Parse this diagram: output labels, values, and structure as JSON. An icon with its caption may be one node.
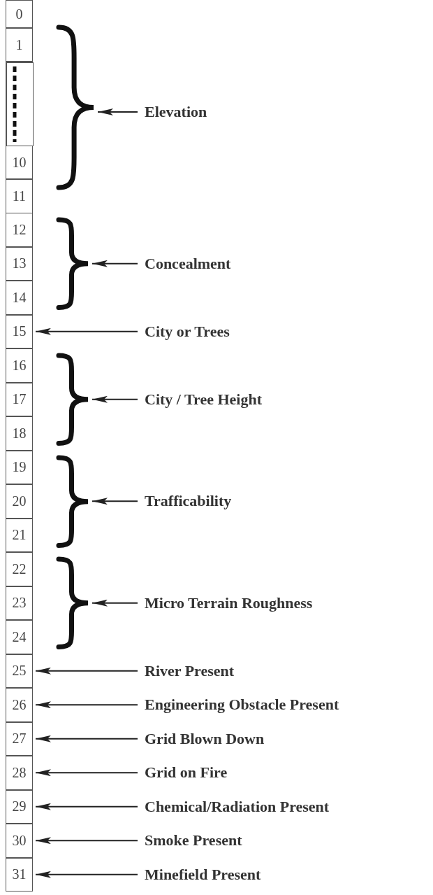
{
  "diagram": {
    "nodes": [
      {
        "text": [
          "0"
        ]
      },
      {
        "text": [
          "1"
        ]
      },
      {
        "text": [],
        "shape": "box"
      },
      {
        "text": [
          "10"
        ]
      },
      {
        "text": [
          "11"
        ]
      },
      {
        "text": [
          "12"
        ]
      },
      {
        "text": [
          "13"
        ]
      },
      {
        "text": [
          "14"
        ]
      },
      {
        "text": [
          "15"
        ]
      },
      {
        "text": [
          "16"
        ]
      },
      {
        "text": [
          "17"
        ]
      },
      {
        "text": [
          "18"
        ]
      },
      {
        "text": [
          "19"
        ]
      },
      {
        "text": [
          "20"
        ]
      },
      {
        "text": [
          "21"
        ]
      },
      {
        "text": [
          "22"
        ]
      },
      {
        "text": [
          "23"
        ]
      },
      {
        "text": [
          "24"
        ]
      },
      {
        "text": [
          "25"
        ]
      },
      {
        "text": [
          "26"
        ]
      },
      {
        "text": [
          "27"
        ]
      },
      {
        "text": [
          "28"
        ]
      },
      {
        "text": [
          "29"
        ]
      },
      {
        "text": [
          "30"
        ]
      },
      {
        "text": [
          "31"
        ]
      },
      {
        "text": [],
        "shape": "brace"
      },
      {
        "text": [],
        "shape": "brace"
      },
      {
        "text": [],
        "shape": "brace"
      },
      {
        "text": [],
        "shape": "brace"
      },
      {
        "text": [],
        "shape": "brace"
      },
      {
        "text": [
          "Elevation"
        ]
      },
      {
        "text": [
          "Concealment"
        ]
      },
      {
        "text": [
          "City or Trees"
        ]
      },
      {
        "text": [
          "City / Tree Height"
        ]
      },
      {
        "text": [
          "Trafficability"
        ]
      },
      {
        "text": [
          "Micro Terrain Roughness"
        ]
      },
      {
        "text": [
          "River Present"
        ]
      },
      {
        "text": [
          "Engineering Obstacle Present"
        ]
      },
      {
        "text": [
          "Grid Blown Down"
        ]
      },
      {
        "text": [
          "Grid on Fire"
        ]
      },
      {
        "text": [
          "Chemical/Radiation Present"
        ]
      },
      {
        "text": [
          "Smoke Present"
        ]
      },
      {
        "text": [
          "Minefield Present"
        ]
      }
    ],
    "edges": [
      {
        "from": 30,
        "to": 25,
        "arrow": "to"
      },
      {
        "from": 31,
        "to": 26,
        "arrow": "to"
      },
      {
        "from": 32,
        "to": 8,
        "arrow": "to"
      },
      {
        "from": 33,
        "to": 27,
        "arrow": "to"
      },
      {
        "from": 34,
        "to": 28,
        "arrow": "to"
      },
      {
        "from": 35,
        "to": 29,
        "arrow": "to"
      },
      {
        "from": 36,
        "to": 18,
        "arrow": "to"
      },
      {
        "from": 37,
        "to": 19,
        "arrow": "to"
      },
      {
        "from": 38,
        "to": 20,
        "arrow": "to"
      },
      {
        "from": 39,
        "to": 21,
        "arrow": "to"
      },
      {
        "from": 40,
        "to": 22,
        "arrow": "to"
      },
      {
        "from": 41,
        "to": 23,
        "arrow": "to"
      },
      {
        "from": 42,
        "to": 24,
        "arrow": "to"
      }
    ]
  }
}
